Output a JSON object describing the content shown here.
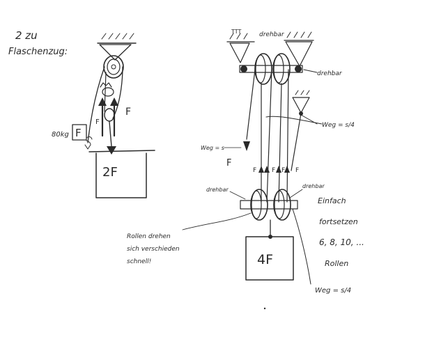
{
  "left": {
    "note_line1": "2 zu",
    "note_line2": "Flaschenzug:",
    "force_label": "F",
    "small_box_label": "F",
    "hand_weight": "80kg",
    "load_label": "2F"
  },
  "right": {
    "ceiling_label": "TTT",
    "ceiling_label2": "drehbar",
    "drehbar_top": "drehbar",
    "weg_right": "Weg = s/4",
    "weg_left": "Weg = s",
    "f_left": "F",
    "f_mid1": "F",
    "f_mid2": "F",
    "f_mid3": "F",
    "f_right": "F",
    "drehbar_low_left": "drehbar",
    "drehbar_low_right": "drehbar",
    "einfach_lines": [
      "Einfach",
      "fortsetzen",
      "6, 8, 10, ...",
      "Rollen"
    ],
    "rollen_lines": [
      "Rollen drehen",
      "sich verschieden",
      "schnell!"
    ],
    "load_label": "4F",
    "weg_bottom": "Weg = s/4"
  }
}
